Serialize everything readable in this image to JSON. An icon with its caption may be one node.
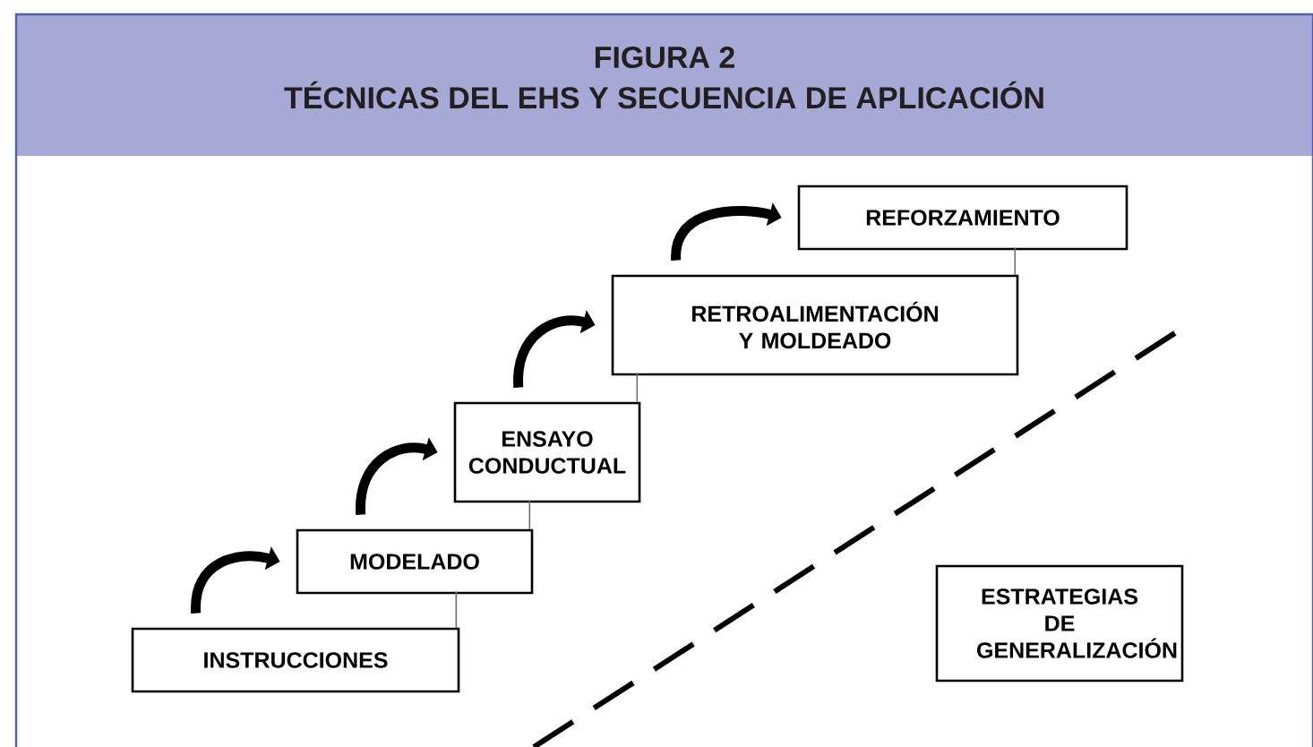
{
  "diagram": {
    "title": "TÉCNICAS DEL EHS Y SECUENCIA DE APLICACIÓN",
    "labels": [
      "FIGURA 2"
    ],
    "nodes": [
      {
        "text": [
          "INSTRUCCIONES"
        ]
      },
      {
        "text": [
          "MODELADO"
        ]
      },
      {
        "text": [
          "ENSAYO CONDUCTUAL"
        ]
      },
      {
        "text": [
          "RETROALIMENTACIÓN Y MOLDEADO"
        ]
      },
      {
        "text": [
          "REFORZAMIENTO"
        ]
      },
      {
        "text": [
          "ESTRATEGIAS DE GENERALIZACIÓN"
        ]
      }
    ],
    "edges": [
      {
        "from": 0,
        "to": 1,
        "arrow": "to",
        "style": "thick"
      },
      {
        "from": 1,
        "to": 2,
        "arrow": "to",
        "style": "thick"
      },
      {
        "from": 2,
        "to": 3,
        "arrow": "to",
        "style": "thick"
      },
      {
        "from": 3,
        "to": 4,
        "arrow": "to",
        "style": "thick"
      },
      {
        "from": 0,
        "to": 1,
        "arrow": "none",
        "color": "#6e6e6e"
      },
      {
        "from": 1,
        "to": 2,
        "arrow": "none",
        "color": "#6e6e6e"
      },
      {
        "from": 2,
        "to": 3,
        "arrow": "none",
        "color": "#6e6e6e"
      },
      {
        "from": 3,
        "to": 4,
        "arrow": "none",
        "color": "#6e6e6e"
      }
    ]
  }
}
